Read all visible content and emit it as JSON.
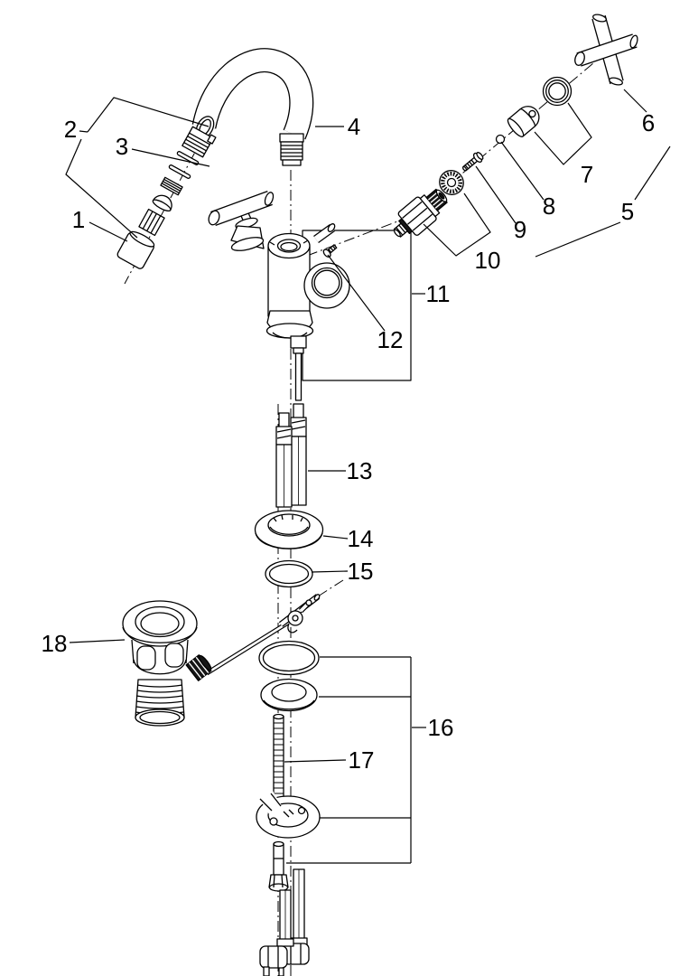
{
  "diagram": {
    "subject": "Exploded parts diagram of a single-hole basin mixer faucet with cross handle and pop-up waste drain",
    "figure_type": "exploded view line drawing",
    "background_color": "#ffffff",
    "line_color": "#000000",
    "part_labels": [
      "1",
      "2",
      "3",
      "4",
      "5",
      "6",
      "7",
      "8",
      "9",
      "10",
      "11",
      "12",
      "13",
      "14",
      "15",
      "16",
      "17",
      "18"
    ]
  }
}
